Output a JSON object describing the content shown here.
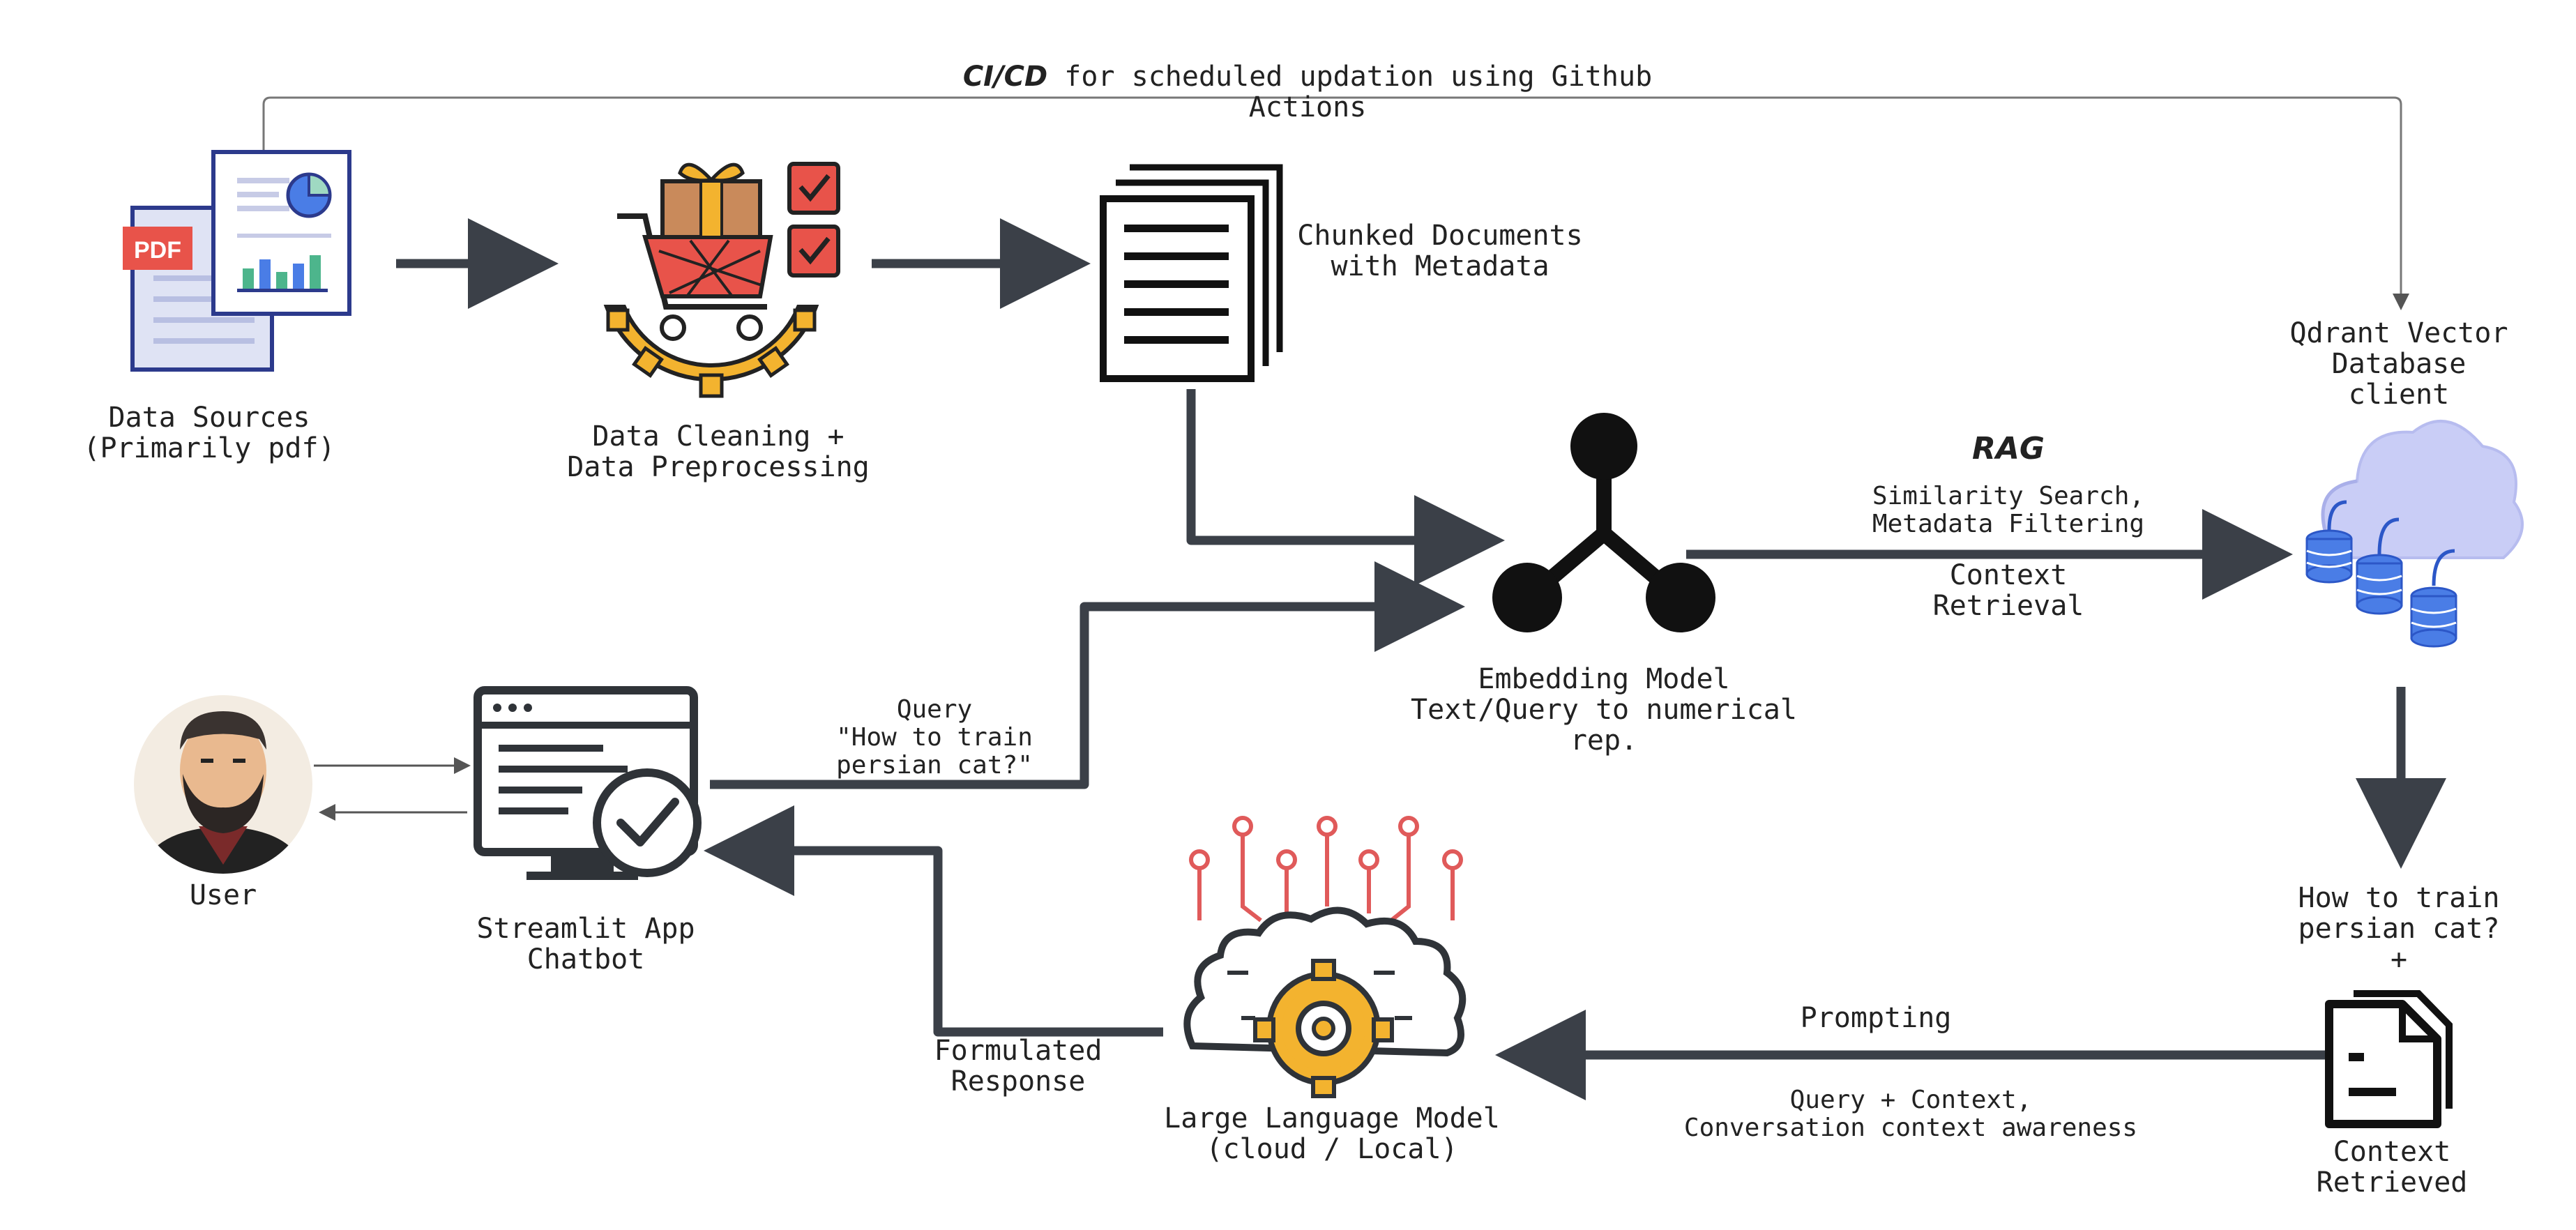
{
  "cicd": {
    "prefix": "CI/CD",
    "rest": " for scheduled updation using Github",
    "line2": "Actions"
  },
  "nodes": {
    "sources": {
      "line1": "Data Sources",
      "line2": "(Primarily pdf)",
      "icon": "pdf-document-icon",
      "pdf_tag": "PDF"
    },
    "cleaning": {
      "line1": "Data Cleaning +",
      "line2": "Data Preprocessing",
      "icon": "cart-gear-icon"
    },
    "chunked": {
      "line1": "Chunked Documents",
      "line2": "with Metadata",
      "icon": "documents-icon"
    },
    "qdrant": {
      "line1": "Qdrant Vector",
      "line2": "Database",
      "line3": "client",
      "icon": "cloud-database-icon"
    },
    "embedding": {
      "line1": "Embedding Model",
      "line2": "Text/Query to numerical",
      "line3": "rep.",
      "icon": "hub-icon"
    },
    "user": {
      "label": "User",
      "icon": "user-avatar-icon"
    },
    "streamlit": {
      "line1": "Streamlit App",
      "line2": "Chatbot",
      "icon": "monitor-check-icon"
    },
    "llm": {
      "line1": "Large Language Model",
      "line2": "(cloud / Local)",
      "icon": "brain-gear-icon"
    },
    "context": {
      "line1": "Context",
      "line2": "Retrieved",
      "icon": "document-icon"
    }
  },
  "edges": {
    "rag_title": "RAG",
    "rag_l1": "Similarity Search,",
    "rag_l2": "Metadata Filtering",
    "ctx_l1": "Context",
    "ctx_l2": "Retrieval",
    "query_l1": "Query",
    "query_l2": "\"How to train",
    "query_l3": "persian cat?\"",
    "howto_l1": "How to train",
    "howto_l2": "persian cat?",
    "howto_l3": "+",
    "prompting": "Prompting",
    "qc_l1": "Query + Context,",
    "qc_l2": "Conversation context awareness",
    "resp_l1": "Formulated",
    "resp_l2": "Response"
  },
  "colors": {
    "arrow": "#3b4048",
    "ink": "#111111",
    "pdf_red": "#e8534a",
    "doc_blue": "#2c3a8c",
    "gold": "#f3b32f",
    "cloud": "#c9cdf6",
    "db": "#4a7de6",
    "brain_red": "#e05a5a"
  }
}
